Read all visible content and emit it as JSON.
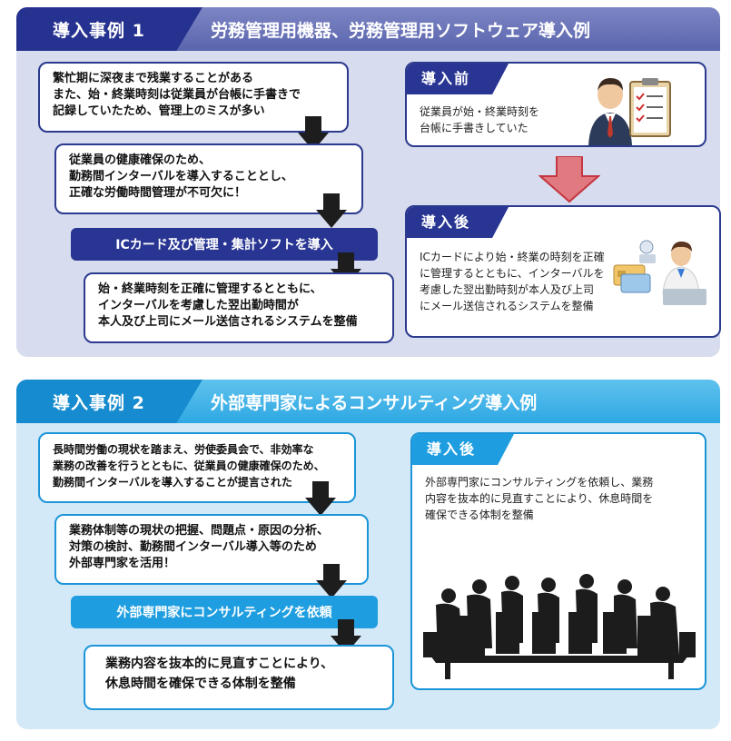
{
  "case1": {
    "tag": "導入事例 1",
    "title": "労務管理用機器、労務管理用ソフトウェア導入例",
    "box1": [
      "繁忙期に深夜まで残業することがある",
      "また、始・終業時刻は従業員が台帳に手書きで",
      "記録していたため、管理上のミスが多い"
    ],
    "box2": [
      "従業員の健康確保のため、",
      "勤務間インターバルを導入することとし、",
      "正確な労働時間管理が不可欠に！"
    ],
    "pill": "ICカード及び管理・集計ソフトを導入",
    "box3": [
      "始・終業時刻を正確に管理するとともに、",
      "インターバルを考慮した翌出勤時間が",
      "本人及び上司にメール送信されるシステムを整備"
    ],
    "before": {
      "label": "導入前",
      "lines": [
        "従業員が始・終業時刻を",
        "台帳に手書きしていた"
      ]
    },
    "after": {
      "label": "導入後",
      "lines": [
        "ICカードにより始・終業の時刻を正確",
        "に管理するとともに、インターバルを",
        "考慮した翌出勤時刻が本人及び上司",
        "にメール送信されるシステムを整備"
      ]
    },
    "colors": {
      "primary": "#283592",
      "header": "#5a64ad",
      "panel": "#d7dcee",
      "red_arrow": "#d9434e"
    }
  },
  "case2": {
    "tag": "導入事例 2",
    "title": "外部専門家によるコンサルティング導入例",
    "box1": [
      "長時間労働の現状を踏まえ、労使委員会で、非効率な",
      "業務の改善を行うとともに、従業員の健康確保のため、",
      "勤務間インターバルを導入することが提言された"
    ],
    "box2": [
      "業務体制等の現状の把握、問題点・原因の分析、",
      "対策の検討、勤務間インターバル導入等のため",
      "外部専門家を活用！"
    ],
    "pill": "外部専門家にコンサルティングを依頼",
    "box3": [
      "業務内容を抜本的に見直すことにより、",
      "休息時間を確保できる体制を整備"
    ],
    "after": {
      "label": "導入後",
      "lines": [
        "外部専門家にコンサルティングを依頼し、業務",
        "内容を抜本的に見直すことにより、休息時間を",
        "確保できる体制を整備"
      ]
    },
    "colors": {
      "primary": "#1e9ee0",
      "header": "#2ea8e3",
      "panel": "#d4e9f7"
    }
  },
  "icons": [
    "businessman-clipboard-icon",
    "ic-card-user-icon",
    "meeting-silhouette-icon",
    "down-arrow-icon",
    "red-down-arrow-icon"
  ]
}
